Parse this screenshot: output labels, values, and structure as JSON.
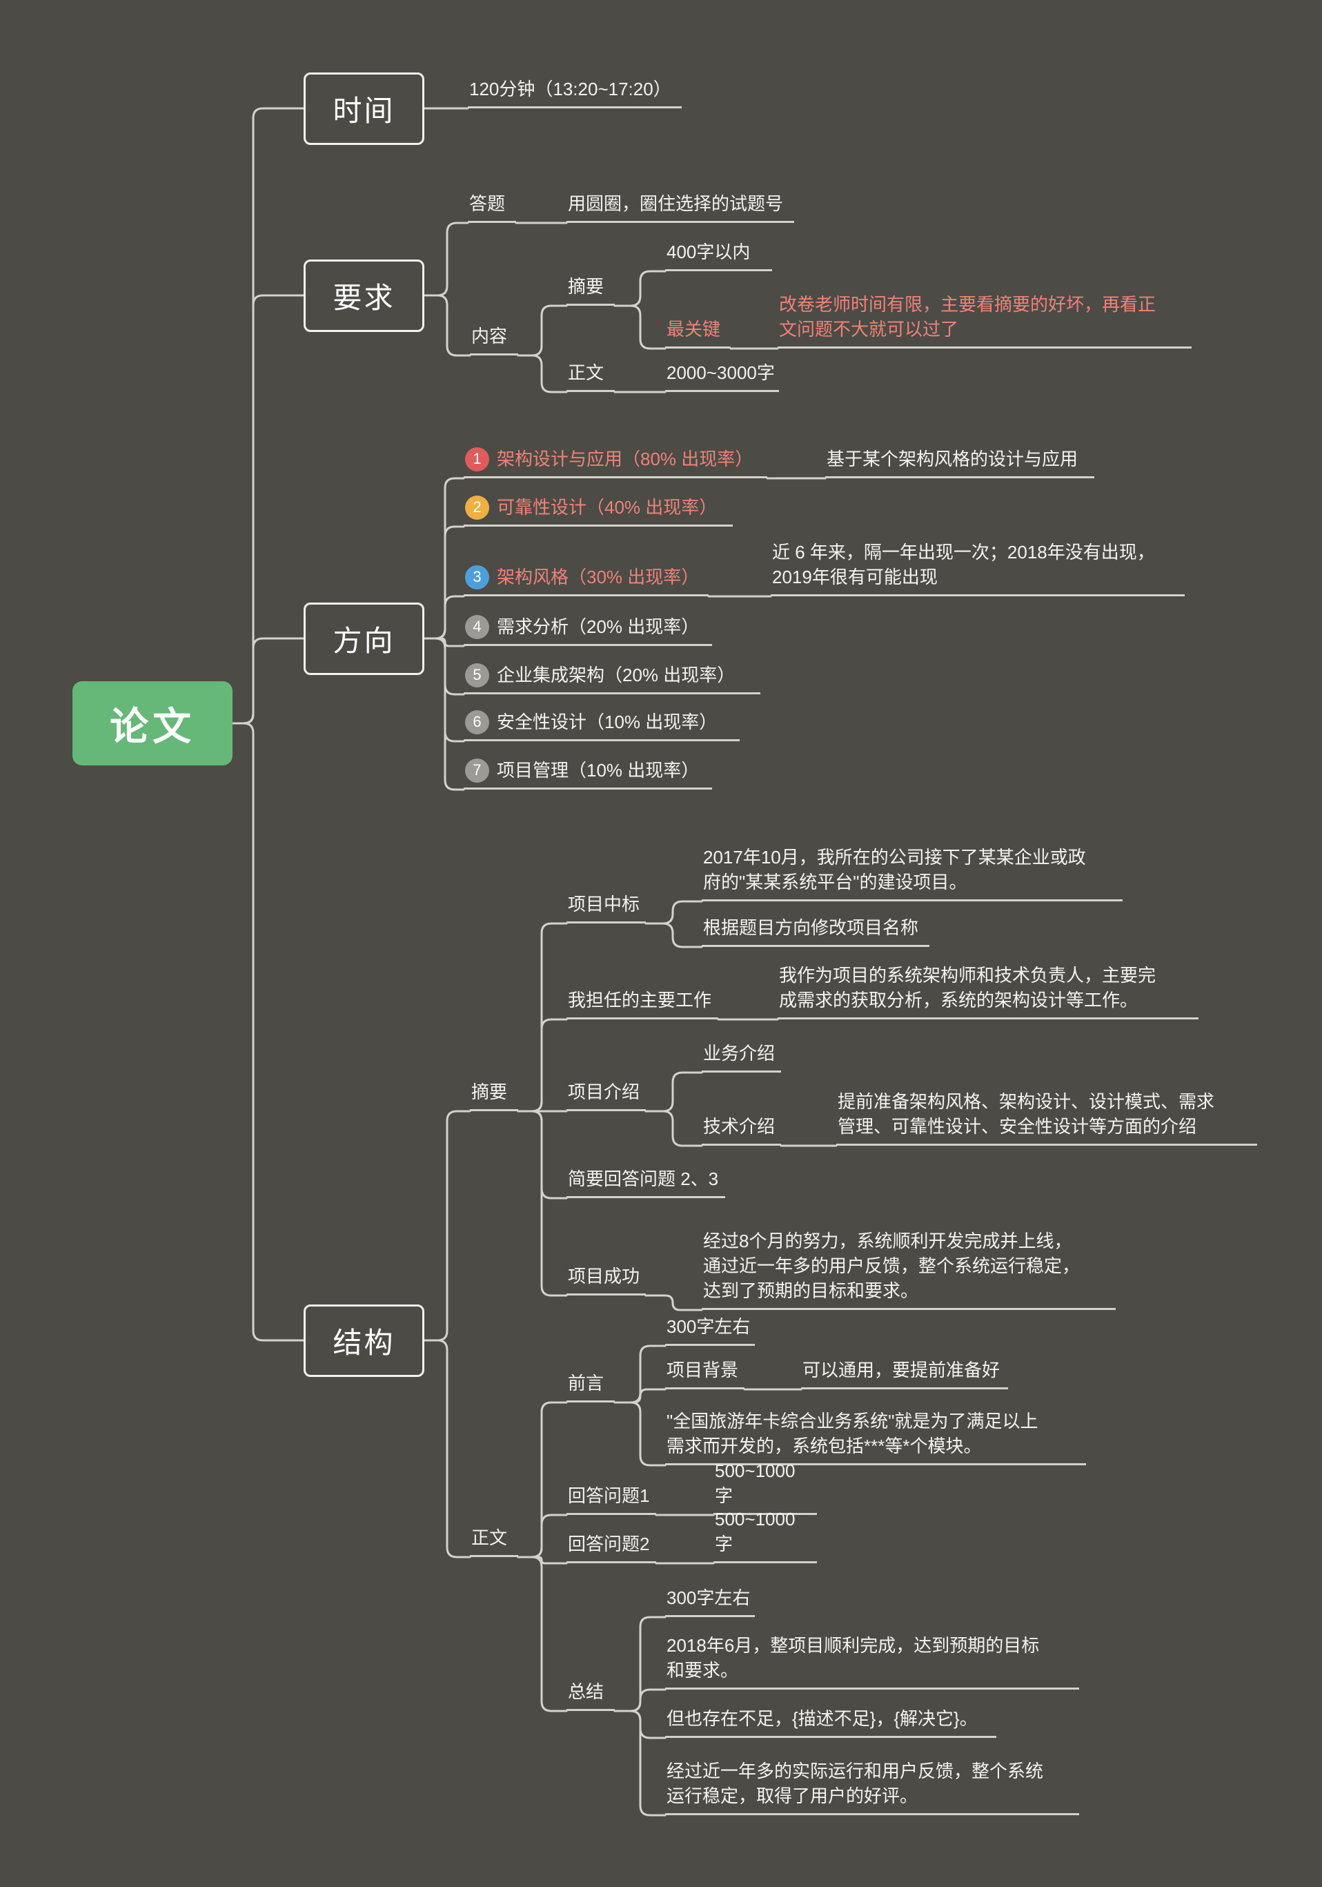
{
  "colors": {
    "background": "#4c4b46",
    "line": "#d5d2cb",
    "text": "#f4f3ef",
    "accent_red": "#ef8278",
    "topic_green": "#66b878",
    "circle_red": "#e05c5c",
    "circle_orange": "#efaf41",
    "circle_blue": "#4d9fdb",
    "circle_gray": "#9b9a95"
  },
  "root": {
    "label": "论文"
  },
  "branches": {
    "time": {
      "label": "时间",
      "detail": "120分钟（13:20~17:20）"
    },
    "require": {
      "label": "要求",
      "answer": {
        "label": "答题",
        "note": "用圆圈，圈住选择的试题号"
      },
      "content": {
        "label": "内容",
        "abstract": {
          "label": "摘要",
          "limit": "400字以内",
          "key": {
            "label": "最关键",
            "note": "改卷老师时间有限，主要看摘要的好坏，再看正\n文问题不大就可以过了"
          }
        },
        "body": {
          "label": "正文",
          "limit": "2000~3000字"
        }
      }
    },
    "direction": {
      "label": "方向",
      "items": [
        {
          "num": "1",
          "label": "架构设计与应用（80% 出现率）",
          "note": "基于某个架构风格的设计与应用"
        },
        {
          "num": "2",
          "label": "可靠性设计（40% 出现率）",
          "note": ""
        },
        {
          "num": "3",
          "label": "架构风格（30% 出现率）",
          "note": "近 6 年来，隔一年出现一次；2018年没有出现，\n2019年很有可能出现"
        },
        {
          "num": "4",
          "label": "需求分析（20% 出现率）",
          "note": ""
        },
        {
          "num": "5",
          "label": "企业集成架构（20% 出现率）",
          "note": ""
        },
        {
          "num": "6",
          "label": "安全性设计（10% 出现率）",
          "note": ""
        },
        {
          "num": "7",
          "label": "项目管理（10% 出现率）",
          "note": ""
        }
      ]
    },
    "structure": {
      "label": "结构",
      "abstract": {
        "label": "摘要",
        "bid": {
          "label": "项目中标",
          "note1": "2017年10月，我所在的公司接下了某某企业或政\n府的\"某某系统平台\"的建设项目。",
          "note2": "根据题目方向修改项目名称"
        },
        "work": {
          "label": "我担任的主要工作",
          "note": "我作为项目的系统架构师和技术负责人，主要完\n成需求的获取分析，系统的架构设计等工作。"
        },
        "intro": {
          "label": "项目介绍",
          "business": "业务介绍",
          "tech": {
            "label": "技术介绍",
            "note": "提前准备架构风格、架构设计、设计模式、需求\n管理、可靠性设计、安全性设计等方面的介绍"
          }
        },
        "questions": "简要回答问题 2、3",
        "success": {
          "label": "项目成功",
          "note": "经过8个月的努力，系统顺利开发完成并上线，\n通过近一年多的用户反馈，整个系统运行稳定，\n达到了预期的目标和要求。"
        }
      },
      "body": {
        "label": "正文",
        "preface": {
          "label": "前言",
          "length": "300字左右",
          "background": {
            "label": "项目背景",
            "note": "可以通用，要提前准备好"
          },
          "system": "\"全国旅游年卡综合业务系统\"就是为了满足以上\n需求而开发的，系统包括***等*个模块。"
        },
        "q1": {
          "label": "回答问题1",
          "length": "500~1000字"
        },
        "q2": {
          "label": "回答问题2",
          "length": "500~1000字"
        },
        "conclusion": {
          "label": "总结",
          "length": "300字左右",
          "note1": "2018年6月，整项目顺利完成，达到预期的目标\n和要求。",
          "note2": "但也存在不足，{描述不足}，{解决它}。",
          "note3": "经过近一年多的实际运行和用户反馈，整个系统\n运行稳定，取得了用户的好评。"
        }
      }
    }
  }
}
